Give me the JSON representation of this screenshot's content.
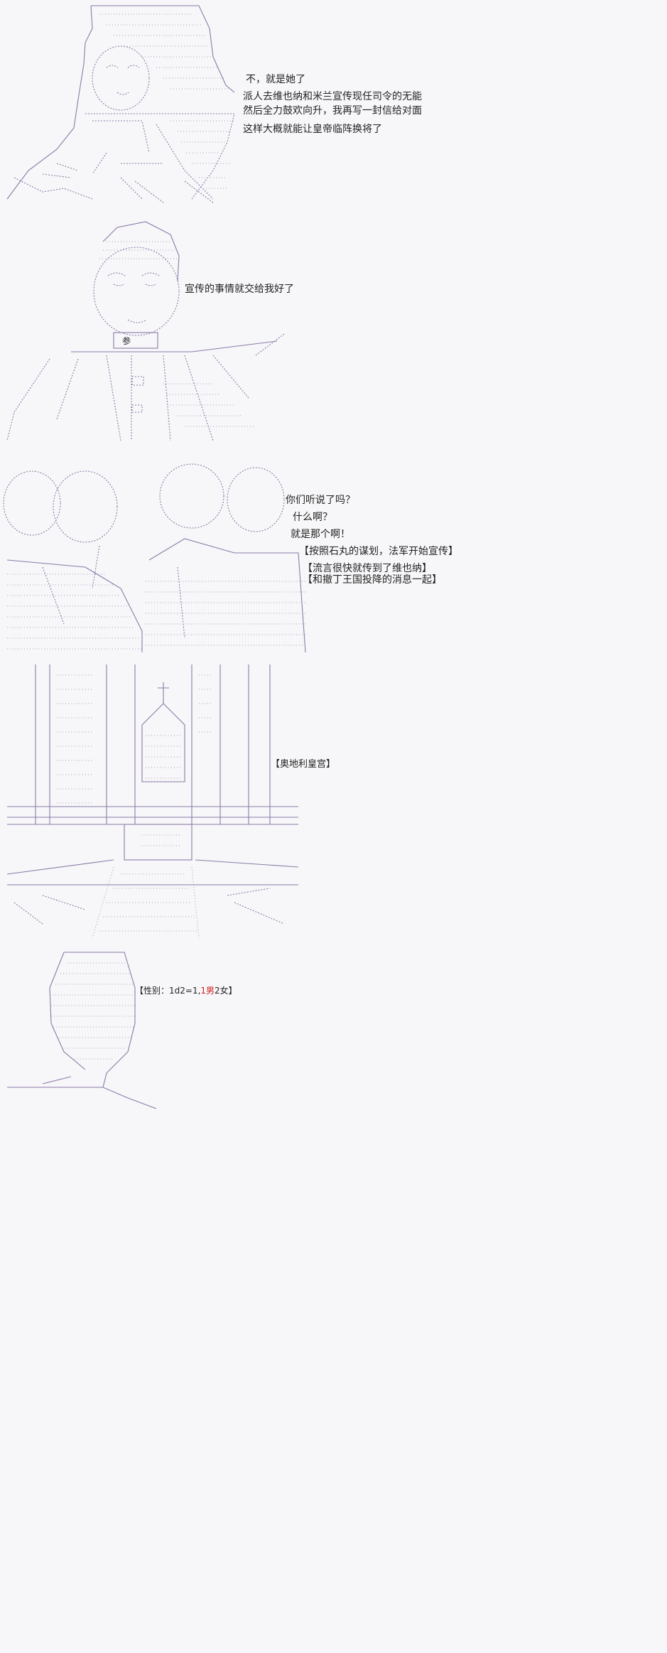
{
  "panel1": {
    "lines": [
      "不，就是她了",
      "派人去维也纳和米兰宣传现任司令的无能",
      "然后全力鼓欢向升，我再写一封信给对面",
      "这样大概就能让皇帝临阵换将了"
    ]
  },
  "panel2": {
    "line": "宣传的事情就交给我好了",
    "badge": "参"
  },
  "panel3": {
    "lines": [
      "你们听说了吗？",
      "什么啊？",
      "就是那个啊！",
      "【按照石丸的谋划，法军开始宣传】",
      "【流言很快就传到了维也纳】",
      "【和撤丁王国投降的消息一起】"
    ]
  },
  "panel4": {
    "caption": "【奥地利皇宫】"
  },
  "panel5": {
    "prefix": "【性别：1d2=1,",
    "result": "1男",
    "suffix": "2女】"
  }
}
